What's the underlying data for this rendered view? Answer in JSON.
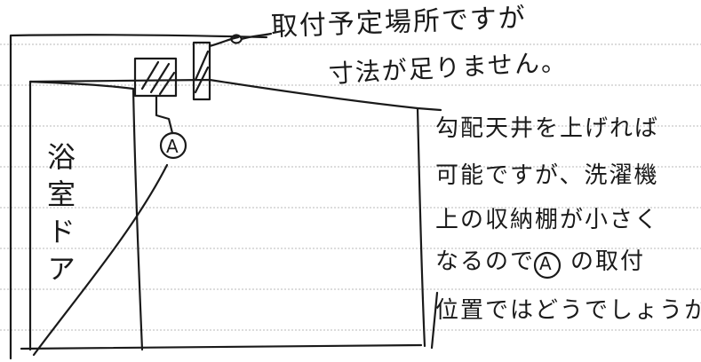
{
  "door_label": "浴室ドア",
  "marker": "A",
  "notes": {
    "top_line_1": "取付予定場所ですが",
    "top_line_2": "寸法が足りません。",
    "side_line_1": "勾配天井を上げれば",
    "side_line_2": "可能ですが、洗濯機",
    "side_line_3": "上の収納棚が小さく",
    "side_line_4_before": "なるので",
    "side_line_4_after": "の取付",
    "side_line_5": "位置ではどうでしょうか？"
  },
  "ink_color": "#1a1a1a",
  "rule_color": "#b8b8b8"
}
